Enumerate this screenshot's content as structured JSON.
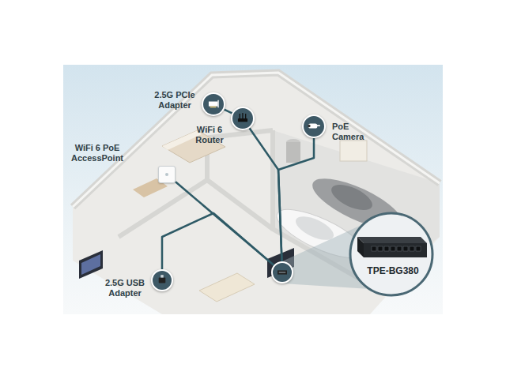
{
  "diagram": {
    "nodes": [
      {
        "text": [
          "2.5G PCIe Adapter"
        ]
      },
      {
        "text": [
          "WiFi 6 Router"
        ]
      },
      {
        "text": [
          "PoE Camera"
        ]
      },
      {
        "text": [
          "WiFi 6 PoE AccessPoint"
        ]
      },
      {
        "text": [
          "2.5G USB Adapter"
        ]
      },
      {
        "text": [
          "TPE-BG380"
        ]
      }
    ],
    "edges": [
      {
        "from": 5,
        "to": 1,
        "arrow": "none"
      },
      {
        "from": 1,
        "to": 0,
        "arrow": "none"
      },
      {
        "from": 5,
        "to": 2,
        "arrow": "none"
      },
      {
        "from": 5,
        "to": 3,
        "arrow": "none"
      },
      {
        "from": 5,
        "to": 4,
        "arrow": "none"
      }
    ]
  }
}
